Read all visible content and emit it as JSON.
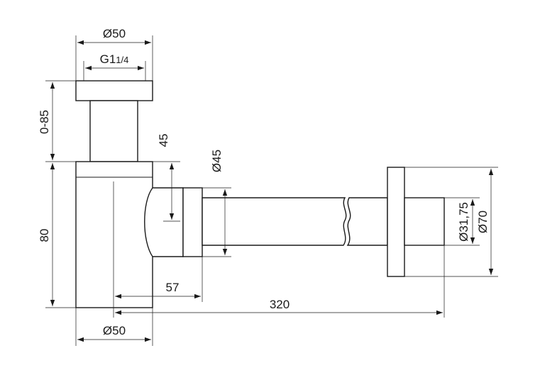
{
  "dimensions": {
    "top_outer_diameter": "Ø50",
    "top_thread": "G1",
    "top_thread_fraction": "1/4",
    "height_adjust": "0-85",
    "body_height": "80",
    "outlet_height": "45",
    "pipe_diameter": "Ø45",
    "outlet_depth": "57",
    "total_length": "320",
    "bottom_diameter": "Ø50",
    "wall_pipe_diameter": "Ø31,75",
    "flange_diameter": "Ø70"
  }
}
